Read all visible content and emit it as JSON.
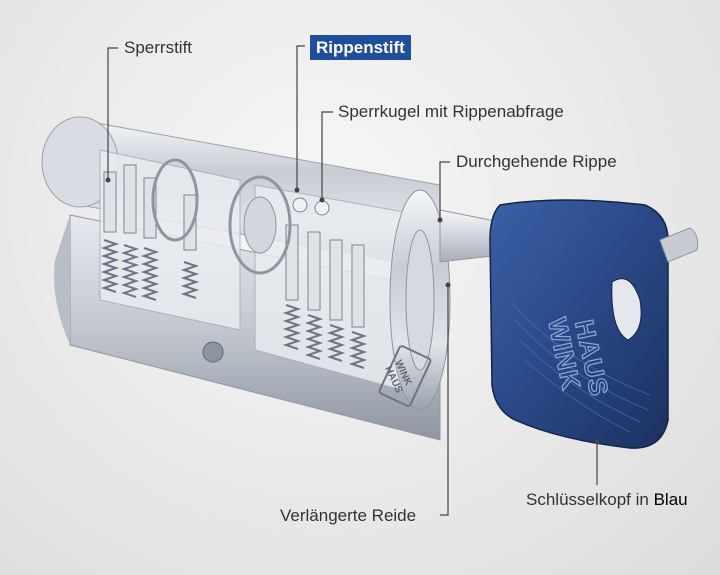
{
  "labels": {
    "sperrstift": "Sperrstift",
    "rippenstift": "Rippenstift",
    "sperrkugel": "Sperrkugel mit Rippenabfrage",
    "durchgehende_rippe": "Durchgehende Rippe",
    "verlaengerte_reide": "Verlängerte Reide",
    "schluesselkopf_prefix": "Schlüsselkopf in",
    "schluesselkopf_color": "Blau"
  },
  "brand": {
    "logo_text": "WINKHAUS"
  },
  "colors": {
    "highlight": "#1f4e9b",
    "key_head": "#2b4a86",
    "cylinder_metal": "#c9ced6",
    "leader_line": "#444444"
  }
}
